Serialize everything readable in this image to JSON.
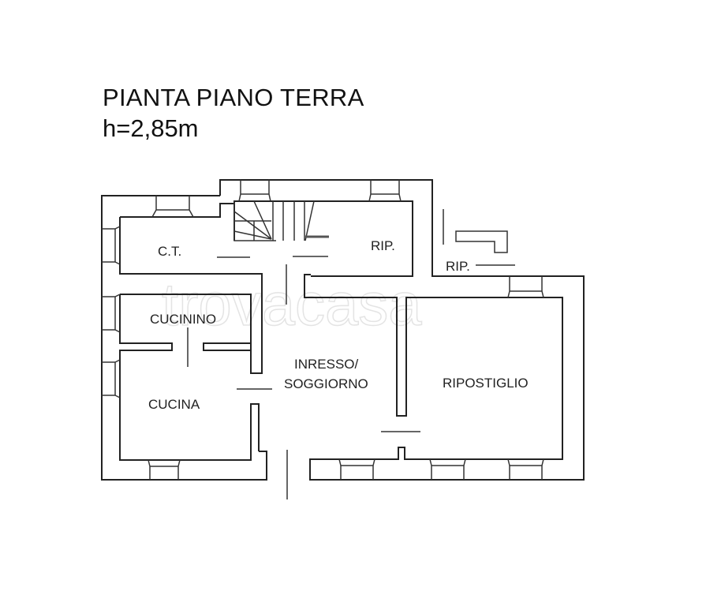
{
  "header": {
    "title": "PIANTA PIANO TERRA",
    "height_label": "h=2,85m"
  },
  "rooms": {
    "ct": "C.T.",
    "rip_stairs": "RIP.",
    "rip_outside": "RIP.",
    "cucinino": "CUCININO",
    "cucina": "CUCINA",
    "ingresso_line1": "INRESSO/",
    "ingresso_line2": "SOGGIORNO",
    "ripostiglio": "RIPOSTIGLIO"
  },
  "watermark": {
    "text": "trovacasa"
  },
  "colors": {
    "line": "#222222",
    "background": "#ffffff",
    "watermark": "#e4e4e4"
  }
}
